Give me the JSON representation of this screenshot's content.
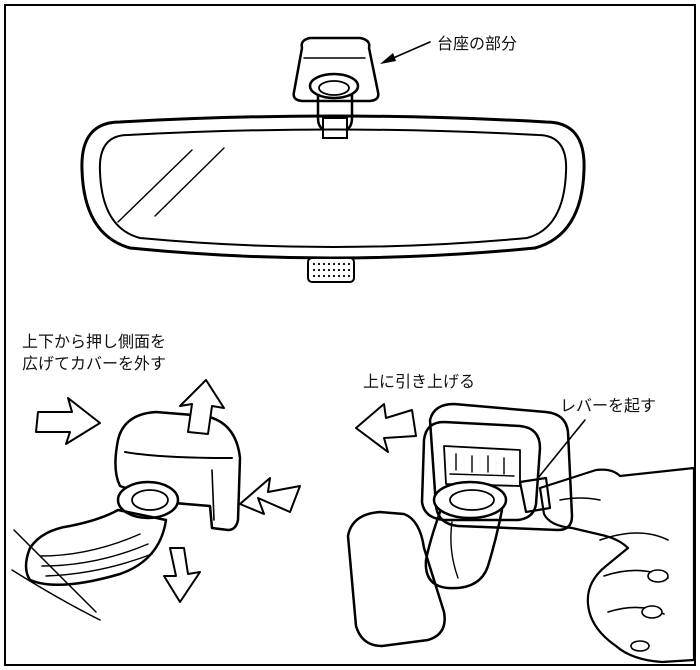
{
  "labels": {
    "mount_base": "台座の部分",
    "cover_instruction_line1": "上下から押し側面を",
    "cover_instruction_line2": "広げてカバーを外す",
    "pull_up": "上に引き上げる",
    "raise_lever": "レバーを起す"
  },
  "colors": {
    "line": "#000000",
    "background": "#ffffff",
    "shade": "#c8c8c8"
  },
  "icons": [
    "arrow-icon",
    "hand-icon",
    "mirror-icon"
  ]
}
